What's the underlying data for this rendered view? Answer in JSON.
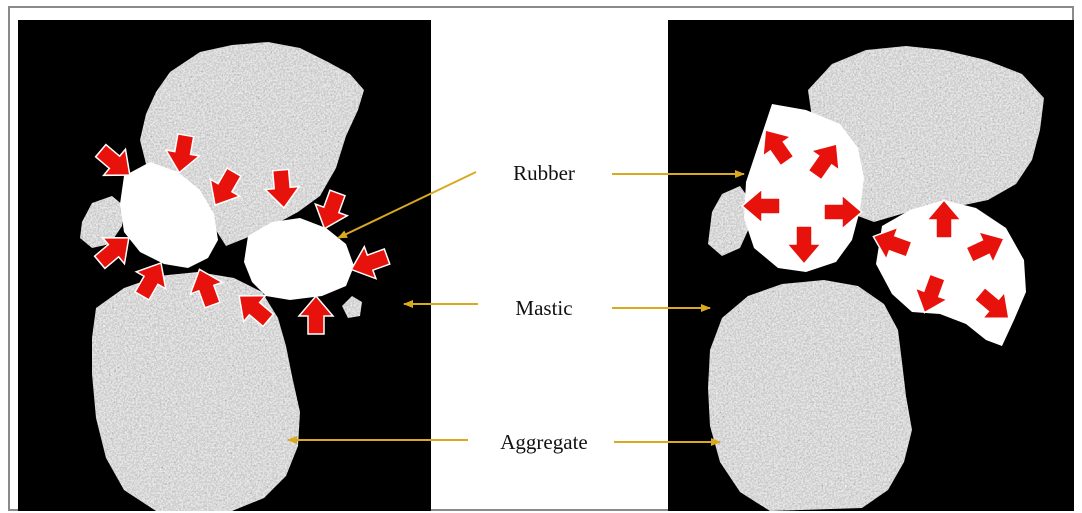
{
  "labels": {
    "rubber": "Rubber",
    "mastic": "Mastic",
    "aggregate": "Aggregate"
  },
  "colors": {
    "background_panel": "#000000",
    "rubber": "#ffffff",
    "aggregate_base": "#9a9a9a",
    "arrow": "#e8120c",
    "arrow_outline": "#ffffff",
    "leader_line": "#d9a91f"
  },
  "panels": [
    {
      "state": "before-swelling",
      "arrow_direction": "inward"
    },
    {
      "state": "after-swelling",
      "arrow_direction": "outward"
    }
  ]
}
